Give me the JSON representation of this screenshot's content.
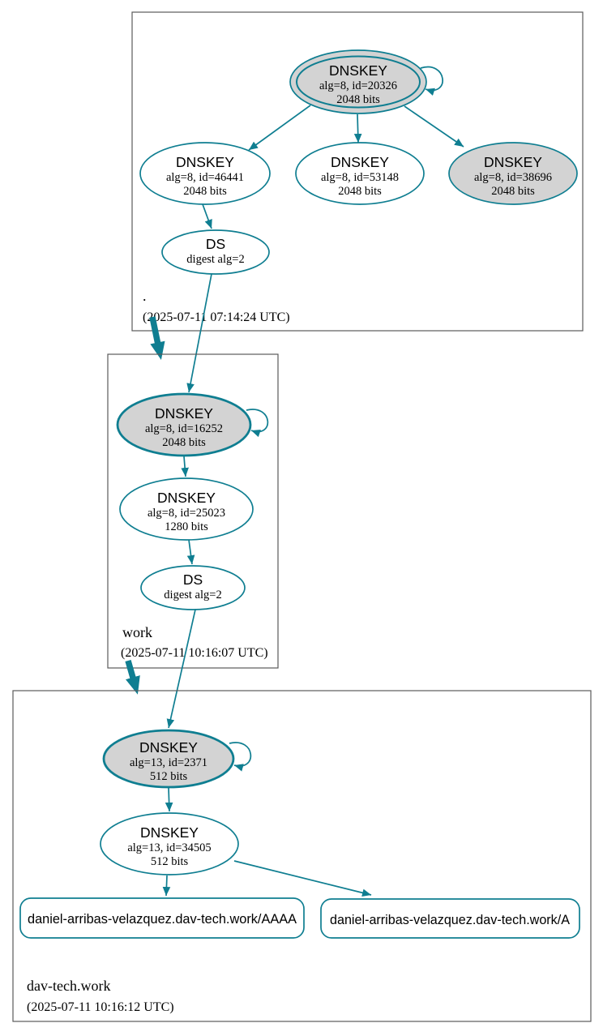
{
  "diagram": {
    "kind": "dnssec-authentication-chain",
    "colors": {
      "secure_edge": "#0f7e91",
      "ksk_node_fill": "#d3d3d3",
      "node_fill": "#ffffff",
      "zone_border": "#5a5a5a",
      "text": "#000000"
    },
    "zones": [
      {
        "name": ".",
        "timestamp": "(2025-07-11 07:14:24 UTC)",
        "nodes": [
          {
            "label": "DNSKEY",
            "detail": "alg=8, id=20326",
            "bits": "2048 bits",
            "role": "ksk-trust-anchor",
            "fill": "gray",
            "double_border": true,
            "self_signed": true
          },
          {
            "label": "DNSKEY",
            "detail": "alg=8, id=46441",
            "bits": "2048 bits",
            "role": "zsk",
            "fill": "white"
          },
          {
            "label": "DNSKEY",
            "detail": "alg=8, id=53148",
            "bits": "2048 bits",
            "role": "zsk",
            "fill": "white"
          },
          {
            "label": "DNSKEY",
            "detail": "alg=8, id=38696",
            "bits": "2048 bits",
            "role": "ksk",
            "fill": "gray"
          },
          {
            "label": "DS",
            "detail": "digest alg=2"
          }
        ]
      },
      {
        "name": "work",
        "timestamp": "(2025-07-11 10:16:07 UTC)",
        "nodes": [
          {
            "label": "DNSKEY",
            "detail": "alg=8, id=16252",
            "bits": "2048 bits",
            "role": "ksk",
            "fill": "gray",
            "self_signed": true
          },
          {
            "label": "DNSKEY",
            "detail": "alg=8, id=25023",
            "bits": "1280 bits",
            "role": "zsk",
            "fill": "white"
          },
          {
            "label": "DS",
            "detail": "digest alg=2"
          }
        ]
      },
      {
        "name": "dav-tech.work",
        "timestamp": "(2025-07-11 10:16:12 UTC)",
        "nodes": [
          {
            "label": "DNSKEY",
            "detail": "alg=13, id=2371",
            "bits": "512 bits",
            "role": "ksk",
            "fill": "gray",
            "self_signed": true
          },
          {
            "label": "DNSKEY",
            "detail": "alg=13, id=34505",
            "bits": "512 bits",
            "role": "zsk",
            "fill": "white"
          }
        ],
        "rrsets": [
          {
            "label": "daniel-arribas-velazquez.dav-tech.work/AAAA"
          },
          {
            "label": "daniel-arribas-velazquez.dav-tech.work/A"
          }
        ]
      }
    ],
    "edges": [
      {
        "from": "./DNSKEY-20326",
        "to": "./DNSKEY-20326",
        "kind": "self-signature"
      },
      {
        "from": "./DNSKEY-20326",
        "to": "./DNSKEY-46441",
        "kind": "signature"
      },
      {
        "from": "./DNSKEY-20326",
        "to": "./DNSKEY-53148",
        "kind": "signature"
      },
      {
        "from": "./DNSKEY-20326",
        "to": "./DNSKEY-38696",
        "kind": "signature"
      },
      {
        "from": "./DNSKEY-46441",
        "to": "./DS",
        "kind": "signature"
      },
      {
        "from": "./DS",
        "to": "work/DNSKEY-16252",
        "kind": "ds-digest"
      },
      {
        "from": ".",
        "to": "work",
        "kind": "secure-delegation"
      },
      {
        "from": "work/DNSKEY-16252",
        "to": "work/DNSKEY-16252",
        "kind": "self-signature"
      },
      {
        "from": "work/DNSKEY-16252",
        "to": "work/DNSKEY-25023",
        "kind": "signature"
      },
      {
        "from": "work/DNSKEY-25023",
        "to": "work/DS",
        "kind": "signature"
      },
      {
        "from": "work/DS",
        "to": "dav-tech.work/DNSKEY-2371",
        "kind": "ds-digest"
      },
      {
        "from": "work",
        "to": "dav-tech.work",
        "kind": "secure-delegation"
      },
      {
        "from": "dav-tech.work/DNSKEY-2371",
        "to": "dav-tech.work/DNSKEY-2371",
        "kind": "self-signature"
      },
      {
        "from": "dav-tech.work/DNSKEY-2371",
        "to": "dav-tech.work/DNSKEY-34505",
        "kind": "signature"
      },
      {
        "from": "dav-tech.work/DNSKEY-34505",
        "to": "rrset-AAAA",
        "kind": "signature"
      },
      {
        "from": "dav-tech.work/DNSKEY-34505",
        "to": "rrset-A",
        "kind": "signature"
      }
    ]
  }
}
